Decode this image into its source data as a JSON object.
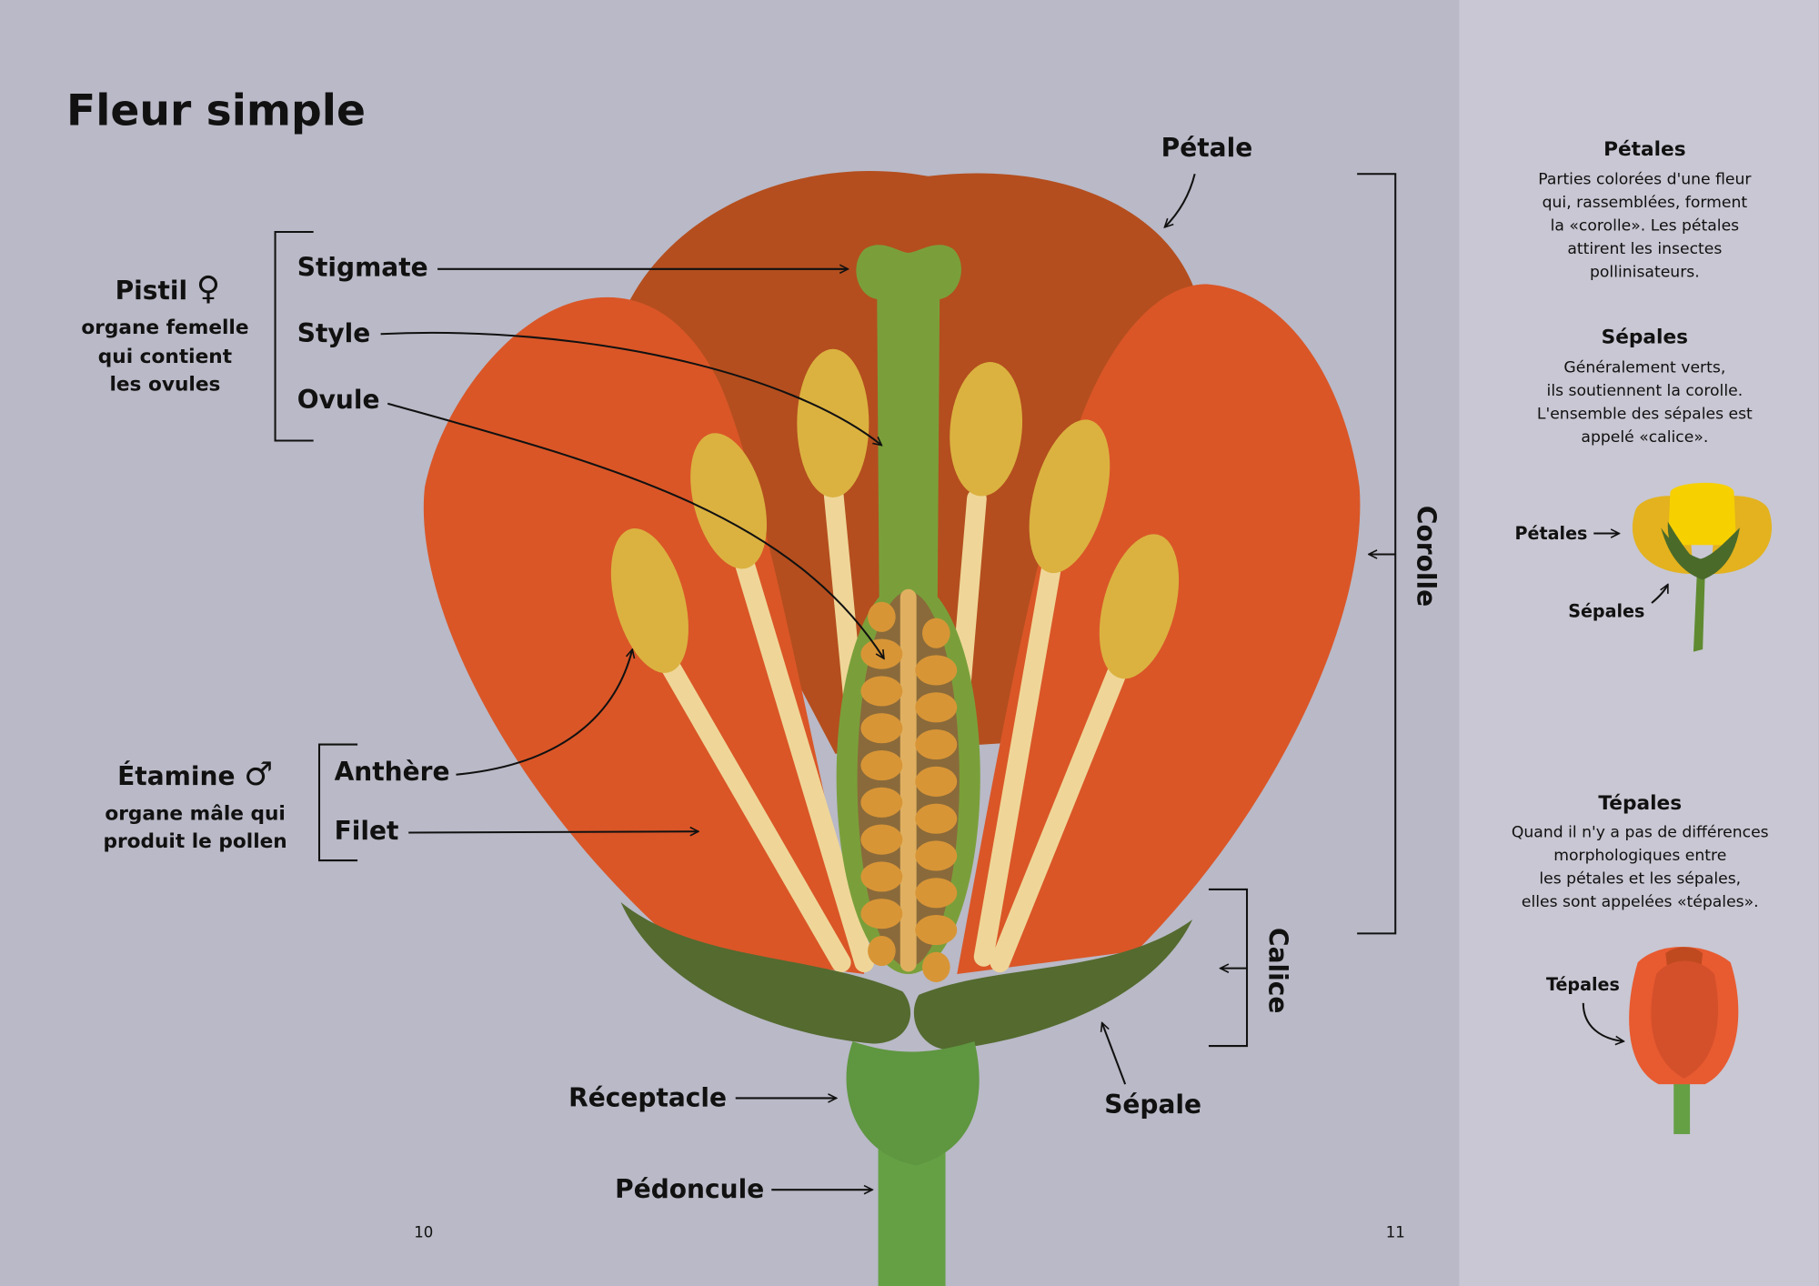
{
  "title": "Fleur simple",
  "labels": {
    "petale": "Pétale",
    "stigmate": "Stigmate",
    "style": "Style",
    "ovule": "Ovule",
    "anthere": "Anthère",
    "filet": "Filet",
    "receptacle": "Réceptacle",
    "pedoncule": "Pédoncule",
    "sepale": "Sépale",
    "corolle": "Corolle",
    "calice": "Calice"
  },
  "pistil": {
    "title": "Pistil",
    "symbol": "♀",
    "lines": [
      "organe femelle",
      "qui contient",
      "les ovules"
    ]
  },
  "etamine": {
    "title": "Étamine",
    "symbol": "♂",
    "lines": [
      "organe mâle qui",
      "produit le pollen"
    ]
  },
  "page_numbers": [
    "10",
    "11"
  ],
  "sidebar": {
    "petales": {
      "title": "Pétales",
      "lines": [
        "Parties colorées d'une fleur",
        "qui, rassemblées, forment",
        "la «corolle». Les pétales",
        "attirent les insectes",
        "pollinisateurs."
      ]
    },
    "sepales": {
      "title": "Sépales",
      "lines": [
        "Généralement verts,",
        "ils soutiennent la corolle.",
        "L'ensemble des sépales est",
        "appelé «calice»."
      ]
    },
    "illus1": {
      "petales_label": "Pétales",
      "sepales_label": "Sépales"
    },
    "tepales": {
      "title": "Tépales",
      "lines": [
        "Quand il n'y a pas de différences",
        "morphologiques entre",
        "les pétales et les sépales,",
        "elles sont appelées «tépales»."
      ]
    },
    "illus2": {
      "tepales_label": "Tépales"
    }
  },
  "colors": {
    "bg_left": "#b9b9c7",
    "bg_right": "#c8c7d3",
    "petal_back": "#b44e1e",
    "petal": "#da5627",
    "anther": "#dbb240",
    "filament": "#efd698",
    "pistil": "#7a9f3a",
    "sepal": "#546a2f",
    "receptacle": "#5f9640",
    "ovule": "#d89536"
  }
}
